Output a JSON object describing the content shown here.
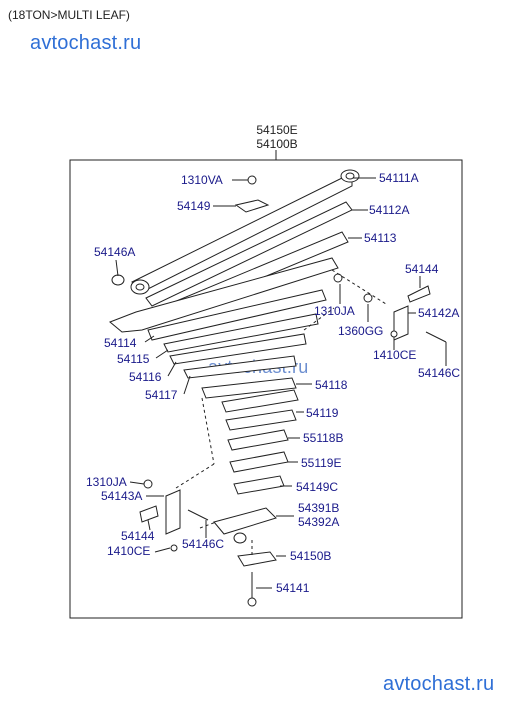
{
  "header": {
    "title": "(18TON>MULTI LEAF)"
  },
  "watermark": {
    "text": "avtochast.ru"
  },
  "assembly": {
    "code1": "54150E",
    "code2": "54100B"
  },
  "parts": [
    "1310VA",
    "54111A",
    "54149",
    "54112A",
    "54113",
    "54146A",
    "54144",
    "1310JA",
    "54142A",
    "1360GG",
    "1410CE",
    "54146C",
    "54114",
    "54115",
    "54116",
    "54117",
    "54118",
    "54119",
    "55118B",
    "55119E",
    "1310JA",
    "54143A",
    "54149C",
    "54391B",
    "54392A",
    "54144",
    "1410CE",
    "54146C",
    "54150B",
    "54141"
  ]
}
